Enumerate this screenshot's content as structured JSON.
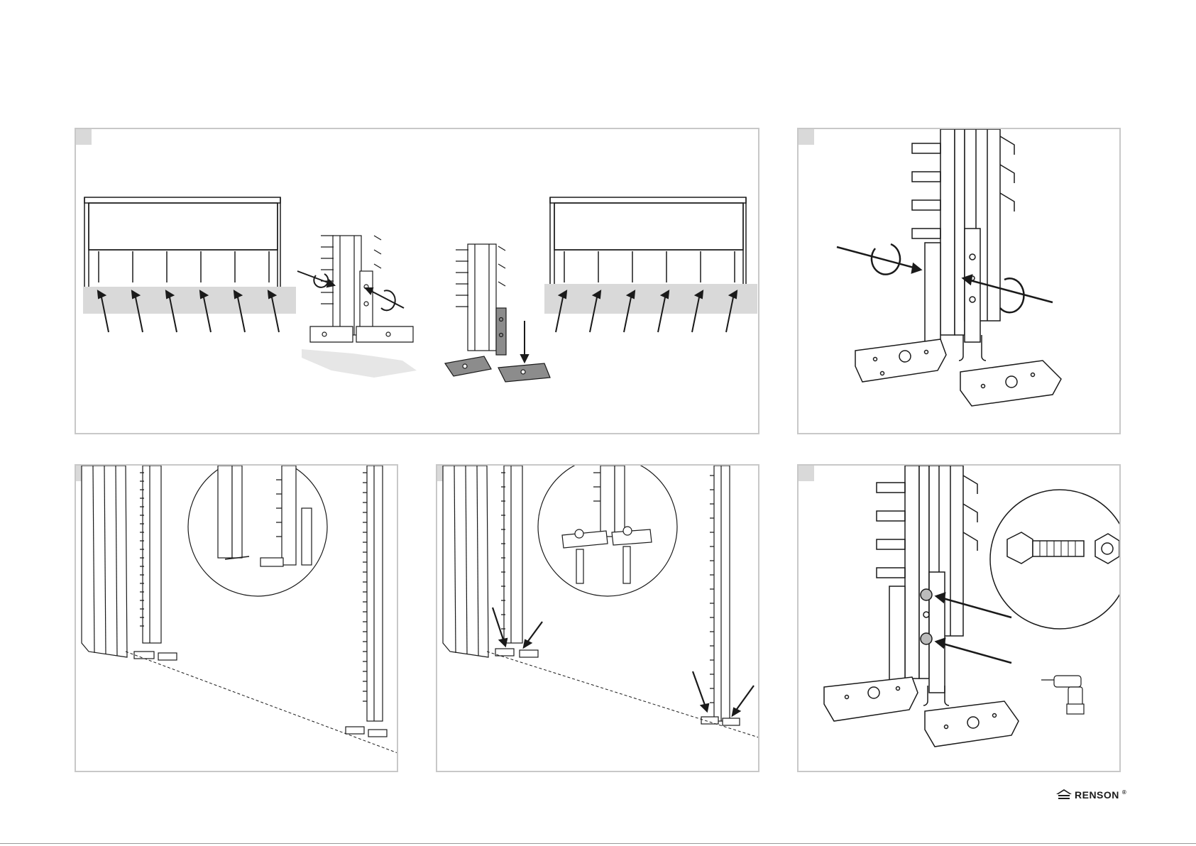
{
  "document": {
    "brand": {
      "logo_text": "RENSON",
      "trademark": "®"
    },
    "panels": [
      {
        "id": "panel-1",
        "step_label": ""
      },
      {
        "id": "panel-2",
        "step_label": ""
      },
      {
        "id": "panel-3",
        "step_label": ""
      },
      {
        "id": "panel-4",
        "step_label": ""
      },
      {
        "id": "panel-5",
        "step_label": ""
      }
    ]
  },
  "colors": {
    "frame_border": "#c8c8c8",
    "badge": "#d9d9d9",
    "ground": "#d9d9d9",
    "line": "#1a1a1a",
    "highlight_plate": "#8c8c8c"
  }
}
